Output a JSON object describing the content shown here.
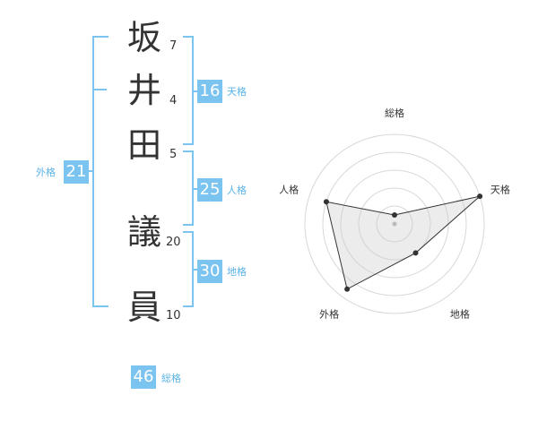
{
  "name_chars": [
    {
      "char": "坂",
      "strokes": "7"
    },
    {
      "char": "井",
      "strokes": "4"
    },
    {
      "char": "田",
      "strokes": "5"
    },
    {
      "char": "議",
      "strokes": "20"
    },
    {
      "char": "員",
      "strokes": "10"
    }
  ],
  "kaku": {
    "tenkaku": {
      "value": "16",
      "label": "天格"
    },
    "jinkaku": {
      "value": "25",
      "label": "人格"
    },
    "chikaku": {
      "value": "30",
      "label": "地格"
    },
    "gaikaku": {
      "value": "21",
      "label": "外格"
    },
    "soukaku": {
      "value": "46",
      "label": "総格"
    }
  },
  "colors": {
    "accent": "#7cc4f0",
    "accent_text": "#5bb3e8",
    "text": "#333333"
  },
  "chart_data": {
    "type": "radar",
    "axes": [
      "総格",
      "天格",
      "地格",
      "外格",
      "人格"
    ],
    "values": [
      0.1,
      1.0,
      0.4,
      0.9,
      0.8
    ],
    "rings": 5,
    "grid": true
  }
}
